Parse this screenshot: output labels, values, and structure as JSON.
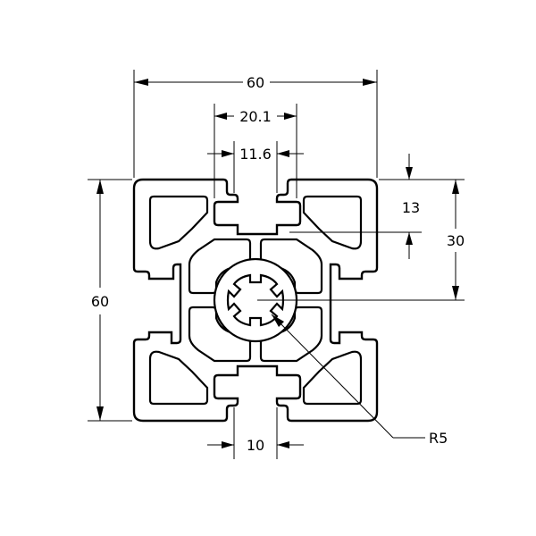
{
  "dimensions": {
    "overall_width": "60",
    "overall_height": "60",
    "slot_opening_outer": "20.1",
    "slot_opening_inner": "11.6",
    "slot_depth": "13",
    "half_height": "30",
    "slot_width_bottom": "10",
    "radius": "R5"
  }
}
